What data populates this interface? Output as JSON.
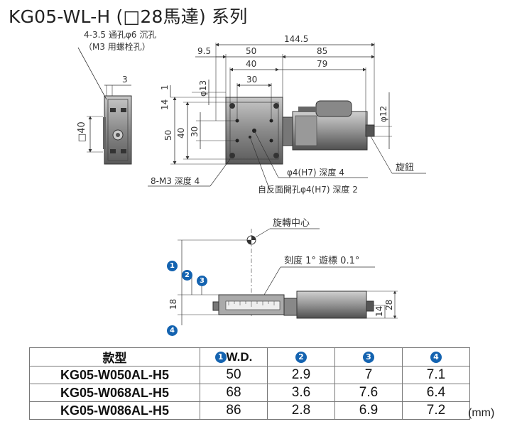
{
  "title": "KG05-WL-H (□28馬達) 系列",
  "top_view": {
    "hole_note_1": "4-3.5 通孔φ6 沉孔",
    "hole_note_2": "（M3 用螺栓孔）",
    "dim_total": "144.5",
    "dim_9_5": "9.5",
    "dim_50": "50",
    "dim_85": "85",
    "dim_40": "40",
    "dim_79": "79",
    "dim_30": "30",
    "dim_3": "3",
    "dim_phi13": "φ13",
    "dim_14": "14",
    "dim_1": "1",
    "dim_50v": "50",
    "dim_40v": "40",
    "dim_30v": "30",
    "dim_sq40": "□40",
    "dim_phi12": "φ12",
    "note_m3": "8-M3 深度 4",
    "note_phi4": "φ4(H7) 深度 4",
    "note_back": "自反面開孔φ4(H7) 深度 2",
    "note_knob": "旋鈕"
  },
  "side_view": {
    "note_center": "旋轉中心",
    "note_scale": "刻度 1° 遊標 0.1°",
    "dim_18": "18",
    "dim_14": "14",
    "dim_28": "28",
    "markers": [
      "1",
      "2",
      "3",
      "4"
    ]
  },
  "table": {
    "headers": [
      "款型",
      "W.D.",
      "",
      "",
      ""
    ],
    "header_badges": [
      "1",
      "2",
      "3",
      "4"
    ],
    "rows": [
      {
        "model": "KG05-W050AL-H5",
        "v1": "50",
        "v2": "2.9",
        "v3": "7",
        "v4": "7.1"
      },
      {
        "model": "KG05-W068AL-H5",
        "v1": "68",
        "v2": "3.6",
        "v3": "7.6",
        "v4": "6.4"
      },
      {
        "model": "KG05-W086AL-H5",
        "v1": "86",
        "v2": "2.8",
        "v3": "6.9",
        "v4": "7.2"
      }
    ],
    "unit": "(mm)"
  },
  "colors": {
    "accent": "#1463b0",
    "line": "#333333",
    "body": "#8a8a8a"
  }
}
